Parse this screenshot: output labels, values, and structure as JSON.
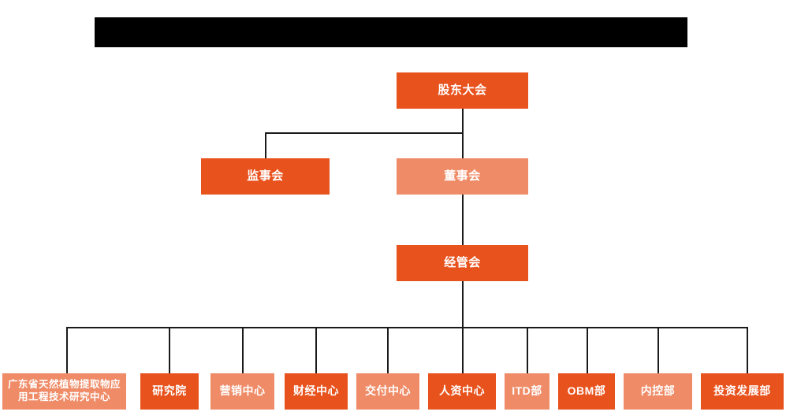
{
  "chart": {
    "title_bar": {
      "name": "redacted-title-bar",
      "text": "",
      "color": "#000000",
      "redacted": true
    },
    "colors": {
      "accent_dark": "#E8521D",
      "accent_light": "#EF8B67",
      "connector": "#1a1a1a",
      "background": "#FFFFFF",
      "node_text": "#FFFFFF"
    },
    "levels": [
      {
        "level": 1,
        "nodes": [
          {
            "id": "shareholders-meeting",
            "label": "股东大会",
            "shade": "dark"
          }
        ]
      },
      {
        "level": 2,
        "nodes": [
          {
            "id": "board-of-supervisors",
            "label": "监事会",
            "shade": "dark"
          },
          {
            "id": "board-of-directors",
            "label": "董事会",
            "shade": "light"
          }
        ]
      },
      {
        "level": 3,
        "nodes": [
          {
            "id": "management-committee",
            "label": "经管会",
            "shade": "dark"
          }
        ]
      },
      {
        "level": 4,
        "nodes": [
          {
            "id": "guangdong-research-center",
            "label": "广东省天然植物提取物应用工程技术研究中心",
            "shade": "light",
            "lines": 2
          },
          {
            "id": "research-institute",
            "label": "研究院",
            "shade": "dark"
          },
          {
            "id": "marketing-center",
            "label": "营销中心",
            "shade": "light"
          },
          {
            "id": "finance-center",
            "label": "财经中心",
            "shade": "dark"
          },
          {
            "id": "delivery-center",
            "label": "交付中心",
            "shade": "light"
          },
          {
            "id": "hr-center",
            "label": "人资中心",
            "shade": "dark"
          },
          {
            "id": "itd-department",
            "label": "ITD部",
            "shade": "light"
          },
          {
            "id": "obm-department",
            "label": "OBM部",
            "shade": "dark"
          },
          {
            "id": "internal-control-department",
            "label": "内控部",
            "shade": "light"
          },
          {
            "id": "investment-development-department",
            "label": "投资发展部",
            "shade": "dark"
          }
        ]
      }
    ]
  }
}
